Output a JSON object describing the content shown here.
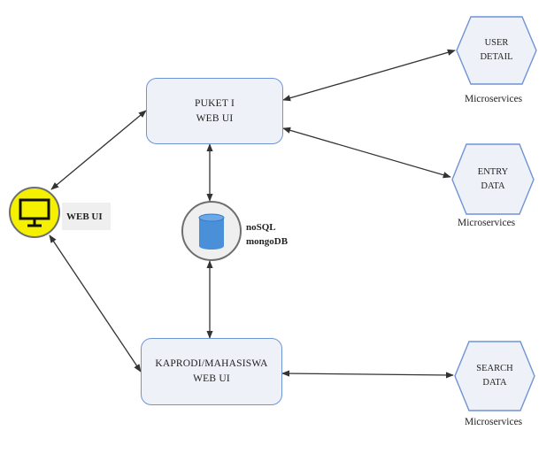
{
  "nodes": {
    "puketi_web_ui": {
      "line1": "PUKET I",
      "line2": "WEB UI"
    },
    "kaprodi_web_ui": {
      "line1": "KAPRODI/MAHASISWA",
      "line2": "WEB UI"
    },
    "user_detail": {
      "line1": "USER",
      "line2": "DETAIL",
      "caption": "Microservices"
    },
    "entry_data": {
      "line1": "ENTRY",
      "line2": "DATA",
      "caption": "Microservices"
    },
    "search_data": {
      "line1": "SEARCH",
      "line2": "DATA",
      "caption": "Microservices"
    },
    "client": {
      "label": "WEB UI"
    },
    "database": {
      "line1": "noSQL",
      "line2": "mongoDB"
    }
  },
  "colors": {
    "box_fill": "#eef1f7",
    "box_border": "#6f94d6",
    "monitor_circle": "#f5ef00",
    "db_cylinder": "#4a90d9",
    "arrow": "#333333"
  }
}
